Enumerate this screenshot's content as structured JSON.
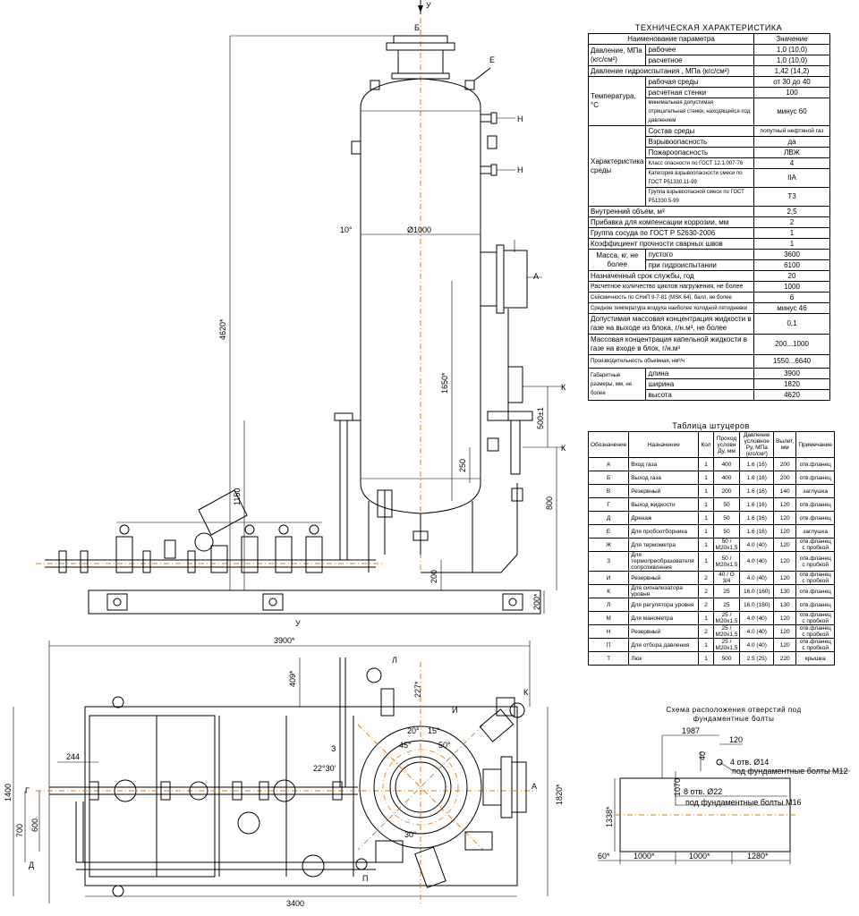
{
  "drawing": {
    "view_top_label": "У",
    "view_plan_label": "У",
    "dims_front": {
      "d1": "4620*",
      "d2": "1650*",
      "d3": "1150",
      "d4": "500±1",
      "d5": "800",
      "d6": "250",
      "d7": "200",
      "d8": "200*",
      "diameter": "Ø1000",
      "angle": "10°"
    },
    "marks_front": {
      "B": "Б",
      "E": "Е",
      "N1": "Н",
      "N2": "Н",
      "A": "А",
      "K1": "К",
      "K2": "К"
    },
    "dims_plan": {
      "width_top": "3900*",
      "width_bot": "3400",
      "h1": "1400",
      "h2": "1820*",
      "d700": "700",
      "d600": "600",
      "d244": "244",
      "d409": "409*",
      "d227": "227*",
      "a20": "20°",
      "a15": "15°",
      "a45": "45°",
      "a50": "50°",
      "a2230": "22°30'",
      "a30": "30°"
    },
    "marks_plan": {
      "G": "Г",
      "D": "Д",
      "L": "Л",
      "I": "И",
      "K": "К",
      "Z": "З",
      "A": "А",
      "P": "П"
    }
  },
  "spec": {
    "title": "ТЕХНИЧЕСКАЯ ХАРАКТЕРИСТИКА",
    "head_param": "Наименование параметра",
    "head_value": "Значение",
    "rows": {
      "pressure_label": "Давление, МПа (кгс/см²)",
      "pressure_work": "рабочее",
      "pressure_work_v": "1,0 (10,0)",
      "pressure_calc": "расчетное",
      "pressure_calc_v": "1,0 (10,0)",
      "hydro": "Давление гидроиспытания , МПа (кгс/см²)",
      "hydro_v": "1,42 (14,2)",
      "temp_label": "Температура, °С",
      "temp_env": "рабочая среды",
      "temp_env_v": "от 30 до 40",
      "temp_wall": "расчетная стенки",
      "temp_wall_v": "100",
      "temp_min": "минимальная допустимая отрицательная стенки, находящейся под давлением",
      "temp_min_v": "минус 60",
      "env_label": "Характеристика среды",
      "env_comp": "Состав среды",
      "env_comp_v": "попутный нефтяной газ",
      "env_expl": "Взрывоопасность",
      "env_expl_v": "да",
      "env_fire": "Пожароопасность",
      "env_fire_v": "ЛВЖ",
      "env_class": "Класс опасности по ГОСТ 12.1.007-76",
      "env_class_v": "4",
      "env_cat": "Категория взрывоопасности смеси по ГОСТ Р51330.11-99",
      "env_cat_v": "IIA",
      "env_group": "Группа взрывоопасной смеси по ГОСТ Р51330.5-99",
      "env_group_v": "Т3",
      "volume": "Внутренний объем, м³",
      "volume_v": "2,5",
      "corr": "Прибавка для компенсации коррозии, мм",
      "corr_v": "2",
      "vessel_group": "Группа сосуда по ГОСТ Р 52630-2006",
      "vessel_group_v": "1",
      "weld": "Коэффициент прочности сварных швов",
      "weld_v": "1",
      "mass_label": "Масса, кг, не более",
      "mass_empty": "пустого",
      "mass_empty_v": "3600",
      "mass_hydro": "при гидроиспытании",
      "mass_hydro_v": "6100",
      "life": "Назначенный срок службы, год",
      "life_v": "20",
      "cycles": "Расчетное количество циклов нагружения, не более",
      "cycles_v": "1000",
      "seismic": "Сейсмичность по СНиП II-7-81 (MSK 64), балл, не более",
      "seismic_v": "6",
      "cold": "Средняя температура воздуха наиболее холодной пятидневки",
      "cold_v": "минус 46",
      "liq_out": "Допустимая массовая концентрация жидкости в газе на выходе из блока, г/н.м³, не более",
      "liq_out_v": "0,1",
      "liq_in": "Массовая концентрация капельной жидкости в газе на входе в блок, г/н.м³",
      "liq_in_v": "200...1000",
      "capacity": "Производительность объемная, нм³/ч",
      "capacity_v": "1550...6640",
      "dims_label": "Габаритные размеры, мм, не более",
      "len": "длина",
      "len_v": "3900",
      "wid": "ширина",
      "wid_v": "1820",
      "hei": "высота",
      "hei_v": "4620"
    }
  },
  "nozzles": {
    "title": "Таблица штуцеров",
    "headers": [
      "Обозначение",
      "Назначение",
      "Кол",
      "Проход условн Ду, мм",
      "Давление условное Ру, МПа (кгс/см²)",
      "Вылет, мм",
      "Примечание"
    ],
    "rows": [
      [
        "А",
        "Вход газа",
        "1",
        "400",
        "1.6 (16)",
        "200",
        "отв.фланец"
      ],
      [
        "Б",
        "Выход газа",
        "1",
        "400",
        "1.6 (16)",
        "200",
        "отв.фланец"
      ],
      [
        "В",
        "Резервный",
        "1",
        "200",
        "1.6 (16)",
        "140",
        "заглушка"
      ],
      [
        "Г",
        "Выход жидкости",
        "1",
        "50",
        "1.6 (16)",
        "120",
        "отв.фланец"
      ],
      [
        "Д",
        "Дренаж",
        "1",
        "50",
        "1.6 (16)",
        "120",
        "отв.фланец"
      ],
      [
        "Е",
        "Для пробоотборника",
        "1",
        "50",
        "1.6 (16)",
        "120",
        "заглушка"
      ],
      [
        "Ж",
        "Для термометра",
        "1",
        "50 / М20х1,5",
        "4.0 (40)",
        "120",
        "отв.фланец с пробкой"
      ],
      [
        "З",
        "Для термопреобразователя сопротивления",
        "1",
        "50 / М20х1,5",
        "4.0 (40)",
        "120",
        "отв.фланец с пробкой"
      ],
      [
        "И",
        "Резервный",
        "2",
        "40 / G 3/4",
        "4.0 (40)",
        "120",
        "отв.фланец с пробкой"
      ],
      [
        "К",
        "Для сигнализатора уровня",
        "2",
        "25",
        "16.0 (160)",
        "130",
        "отв.фланец"
      ],
      [
        "Л",
        "Для регулятора уровня",
        "2",
        "25",
        "16.0 (160)",
        "130",
        "отв.фланец"
      ],
      [
        "М",
        "Для манометра",
        "1",
        "25 / М20х1,5",
        "4.0 (40)",
        "120",
        "отв.фланец с пробкой"
      ],
      [
        "Н",
        "Резервный",
        "2",
        "25 / М20х1,5",
        "4.0 (40)",
        "120",
        "отв.фланец с пробкой"
      ],
      [
        "П",
        "Для отбора давления",
        "1",
        "25 / М20х1,5",
        "4.0 (40)",
        "120",
        "отв.фланец с пробкой"
      ],
      [
        "Т",
        "Люк",
        "1",
        "500",
        "2.5 (25)",
        "220",
        "крышка"
      ]
    ]
  },
  "holes": {
    "title": "Схема расположения отверстий под фундаментные болты",
    "d1987": "1987",
    "d120": "120",
    "d40": "40",
    "d1070": "1070",
    "h1": "4 отв. Ø14",
    "h1b": "под фундаментные болты М12",
    "h2": "8 отв. Ø22",
    "h2b": "под фундаментные болты М16",
    "d1338": "1338*",
    "d60": "60*",
    "d1000a": "1000*",
    "d1000b": "1000*",
    "d1280": "1280*"
  },
  "colors": {
    "line": "#000000",
    "axis": "#e07a10"
  }
}
